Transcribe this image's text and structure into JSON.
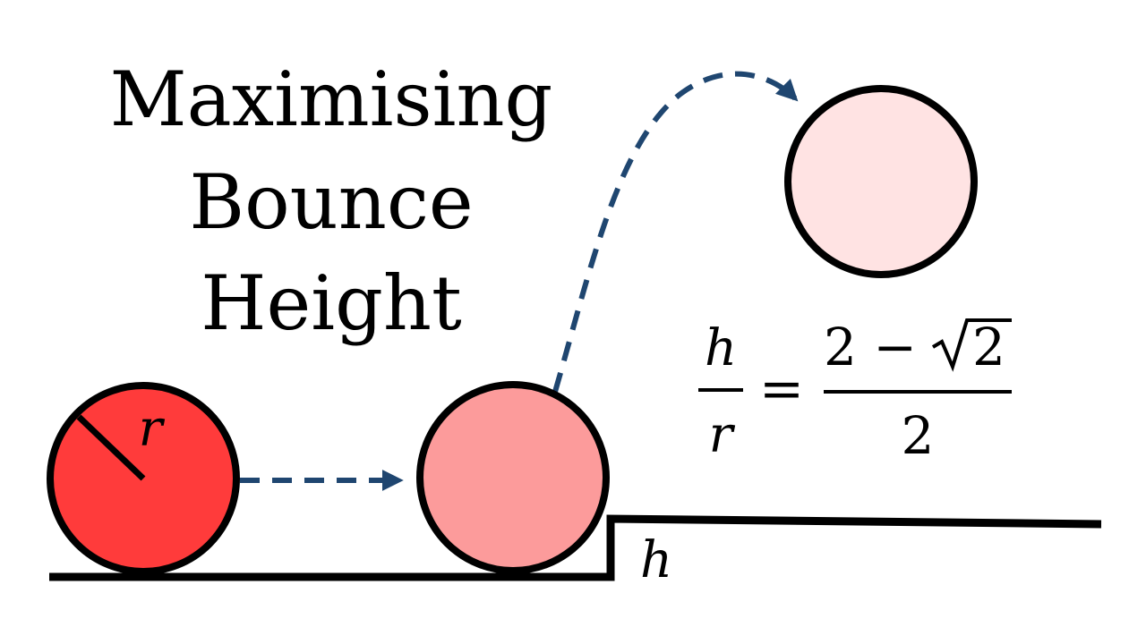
{
  "title": {
    "line1": "Maximising",
    "line2": "Bounce",
    "line3": "Height"
  },
  "labels": {
    "radius": "r",
    "step_height": "h"
  },
  "formula": {
    "lhs_num": "h",
    "lhs_den": "r",
    "equals": "=",
    "rhs_num_left": "2 −",
    "rhs_sqrt_arg": "2",
    "rhs_den": "2"
  },
  "colors": {
    "ball_initial": "#ff3b3b",
    "ball_at_step": "#fc9b9b",
    "ball_peak": "#ffe3e3",
    "outline": "#000000",
    "arrow": "#1f4670"
  }
}
